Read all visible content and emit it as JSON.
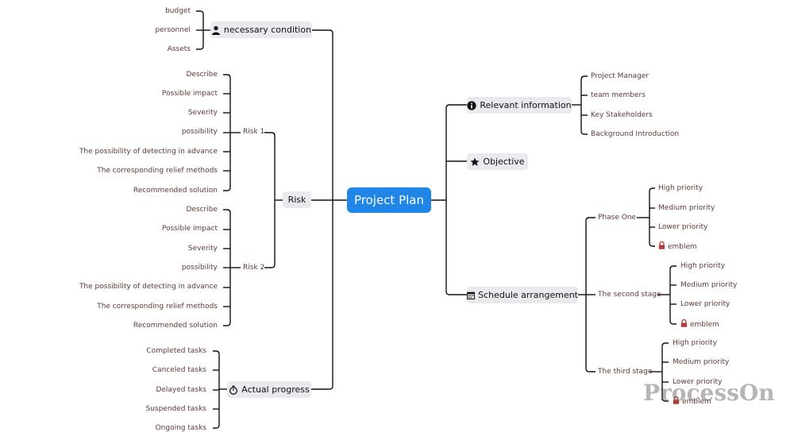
{
  "root": {
    "label": "Project Plan"
  },
  "left": {
    "necessary": {
      "label": "necessary condition",
      "icon": "person-icon",
      "items": [
        "budget",
        "personnel",
        "Assets"
      ]
    },
    "risk": {
      "label": "Risk",
      "groups": [
        {
          "label": "Risk 1",
          "items": [
            "Describe",
            "Possible impact",
            "Severity",
            "possibility",
            "The possibility of detecting in advance",
            "The corresponding relief methods",
            "Recommended solution"
          ]
        },
        {
          "label": "Risk 2",
          "items": [
            "Describe",
            "Possible impact",
            "Severity",
            "possibility",
            "The possibility of detecting in advance",
            "The corresponding relief methods",
            "Recommended solution"
          ]
        }
      ]
    },
    "progress": {
      "label": "Actual progress",
      "icon": "stopwatch-icon",
      "items": [
        "Completed tasks",
        "Canceled tasks",
        "Delayed tasks",
        "Suspended tasks",
        "Ongoing tasks"
      ]
    }
  },
  "right": {
    "info": {
      "label": "Relevant information",
      "icon": "info-icon",
      "items": [
        "Project Manager",
        "team members",
        "Key Stakeholders",
        "Background Introduction"
      ]
    },
    "objective": {
      "label": "Objective",
      "icon": "star-icon"
    },
    "schedule": {
      "label": "Schedule arrangement",
      "icon": "calendar-icon",
      "phases": [
        {
          "label": "Phase One",
          "items": [
            "High priority",
            "Medium priority",
            "Lower priority",
            "emblem"
          ]
        },
        {
          "label": "The second stage",
          "items": [
            "High priority",
            "Medium priority",
            "Lower priority",
            "emblem"
          ]
        },
        {
          "label": "The third stage",
          "items": [
            "High priority",
            "Medium priority",
            "Lower priority",
            "emblem"
          ]
        }
      ]
    }
  },
  "watermark": "ProcessOn",
  "colors": {
    "root_bg": "#1f86e8",
    "branch_bg": "#e8eaed",
    "line": "#111111",
    "leaf_text": "#5c3a3a"
  }
}
